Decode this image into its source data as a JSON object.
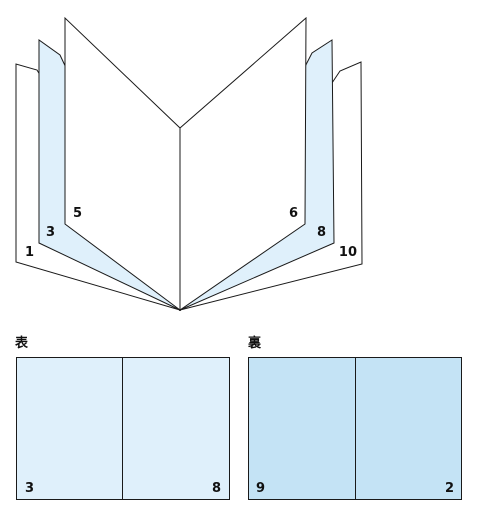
{
  "colors": {
    "white_page": "#ffffff",
    "light_page": "#dff0fb",
    "dark_panel": "#c4e3f5",
    "line": "#1a1a1a"
  },
  "book": {
    "left_pages": [
      "1",
      "3",
      "5"
    ],
    "right_pages": [
      "6",
      "8",
      "10"
    ]
  },
  "panels": {
    "front": {
      "title": "表",
      "left_page": "3",
      "right_page": "8"
    },
    "back": {
      "title": "裏",
      "left_page": "9",
      "right_page": "2"
    }
  }
}
